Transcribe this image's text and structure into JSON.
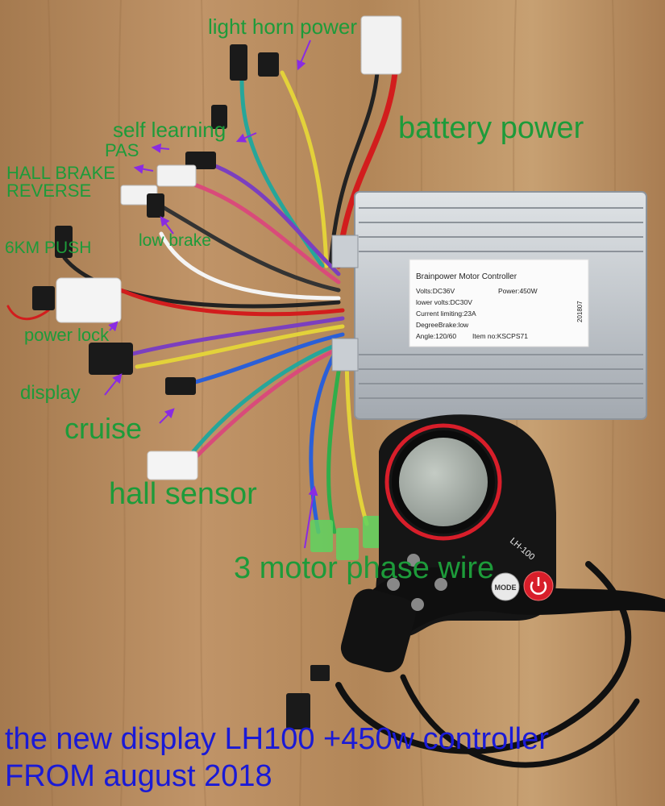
{
  "labels": {
    "light_horn_power": "light horn power",
    "battery_power": "battery power",
    "self_learning": "self learning",
    "pas": "PAS",
    "hall_brake": "HALL BRAKE",
    "reverse": "REVERSE",
    "low_brake": "low brake",
    "push_6km": "6KM PUSH",
    "power_lock": "power lock",
    "display": "display",
    "cruise": "cruise",
    "hall_sensor": "hall sensor",
    "motor_phase": "3 motor phase wire"
  },
  "controller_label": {
    "title": "Brainpower Motor Controller",
    "volts": "Volts:DC36V",
    "power": "Power:450W",
    "lower_volts": "lower volts:DC30V",
    "current": "Current limiting:23A",
    "brake": "DegreeBrake:low",
    "angle": "Angle:120/60",
    "item": "Item no:KSCPS71",
    "date_code": "201807"
  },
  "display_unit": {
    "model": "LH-100",
    "mode_button": "MODE",
    "power_icon": "power-icon"
  },
  "caption": {
    "line1": "the new display LH100 +450w controller",
    "line2": "FROM august 2018"
  },
  "colors": {
    "wood": "#b48a5e",
    "label_green": "#1d9b3a",
    "caption_blue": "#1a1ad6",
    "arrow_purple": "#8a2be2",
    "controller_aluminum": "#b9bec4",
    "display_red_ring": "#d81e2a"
  }
}
